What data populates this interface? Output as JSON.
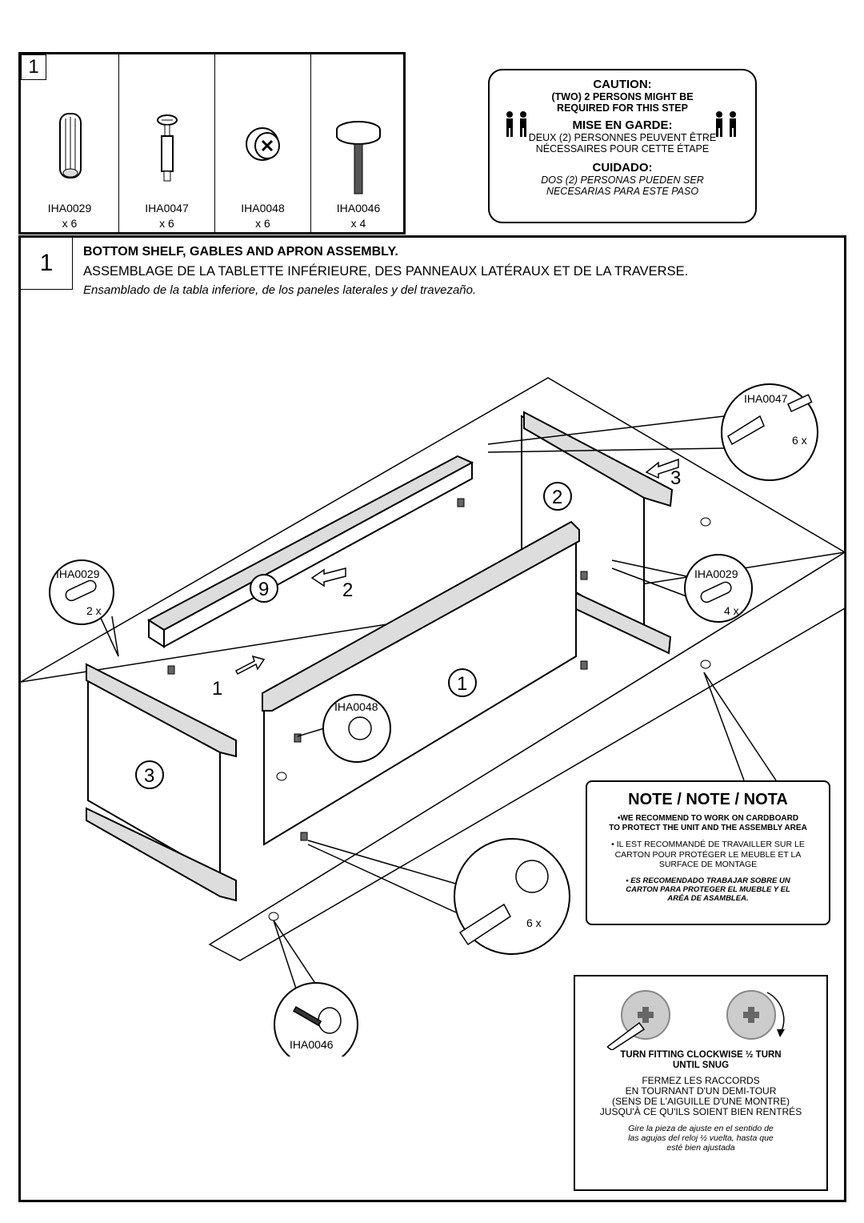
{
  "step_number": "1",
  "parts": [
    {
      "code": "IHA0029",
      "qty": "x 6",
      "icon": "wooden-dowel-icon"
    },
    {
      "code": "IHA0047",
      "qty": "x 6",
      "icon": "cam-bolt-icon"
    },
    {
      "code": "IHA0048",
      "qty": "x 6",
      "icon": "cam-lock-icon"
    },
    {
      "code": "IHA0046",
      "qty": "x 4",
      "icon": "leveler-foot-icon"
    }
  ],
  "caution": {
    "title_en": "CAUTION:",
    "line1_en": "(TWO) 2 PERSONS MIGHT BE",
    "line2_en": "REQUIRED FOR THIS STEP",
    "title_fr": "MISE EN GARDE:",
    "line1_fr": "DEUX (2) PERSONNES PEUVENT ÊTRE",
    "line2_fr": "NÉCESSAIRES POUR CETTE ÉTAPE",
    "title_es": "CUIDADO:",
    "line1_es": "DOS (2) PERSONAS PUEDEN SER",
    "line2_es": "NECESARIAS PARA ESTE PASO"
  },
  "step": {
    "label": "1",
    "title_en": "BOTTOM SHELF, GABLES AND APRON ASSEMBLY.",
    "title_fr": "ASSEMBLAGE DE LA TABLETTE INFÉRIEURE, DES PANNEAUX LATÉRAUX ET DE LA TRAVERSE.",
    "title_es": "Ensamblado de la tabla inferiore, de los paneles laterales y del travezaño."
  },
  "diagram": {
    "callout_top_right_code": "IHA0047",
    "callout_top_right_qty": "6 x",
    "callout_left_code": "IHA0029",
    "callout_left_qty": "2 x",
    "callout_right_code": "IHA0029",
    "callout_right_qty": "4 x",
    "callout_center_code": "IHA0048",
    "callout_bottom_qty": "6 x",
    "callout_foot_code": "IHA0046",
    "panel_labels": [
      "1",
      "2",
      "3",
      "9"
    ],
    "arrow_labels": [
      "1",
      "2",
      "3"
    ]
  },
  "note": {
    "title": "NOTE / NOTE / NOTA",
    "en_1": "•WE RECOMMEND TO WORK ON CARDBOARD",
    "en_2": "TO PROTECT THE UNIT AND THE ASSEMBLY AREA",
    "fr_1": "• IL EST RECOMMANDÉ DE TRAVAILLER SUR LE",
    "fr_2": "CARTON POUR PROTÉGER LE MEUBLE ET LA",
    "fr_3": "SURFACE DE MONTAGE",
    "es_1": "• ES RECOMENDADO TRABAJAR SOBRE UN",
    "es_2": "CARTON PARA PROTEGER EL MUEBLE Y EL",
    "es_3": "ARÉA DE ASAMBLEA."
  },
  "turn": {
    "en_1": "TURN FITTING CLOCKWISE ½ TURN",
    "en_2": "UNTIL SNUG",
    "fr_1": "FERMEZ LES RACCORDS",
    "fr_2": "EN TOURNANT D'UN DEMI-TOUR",
    "fr_3": "(SENS DE L'AIGUILLE D'UNE MONTRE)",
    "fr_4": "JUSQU'À CE QU'ILS SOIENT BIEN  RENTRÉS",
    "es_1": "Gire la pieza de ajuste en el sentido de",
    "es_2": "las agujas del reloj ½ vuelta, hasta que",
    "es_3": "esté bien ajustada"
  }
}
